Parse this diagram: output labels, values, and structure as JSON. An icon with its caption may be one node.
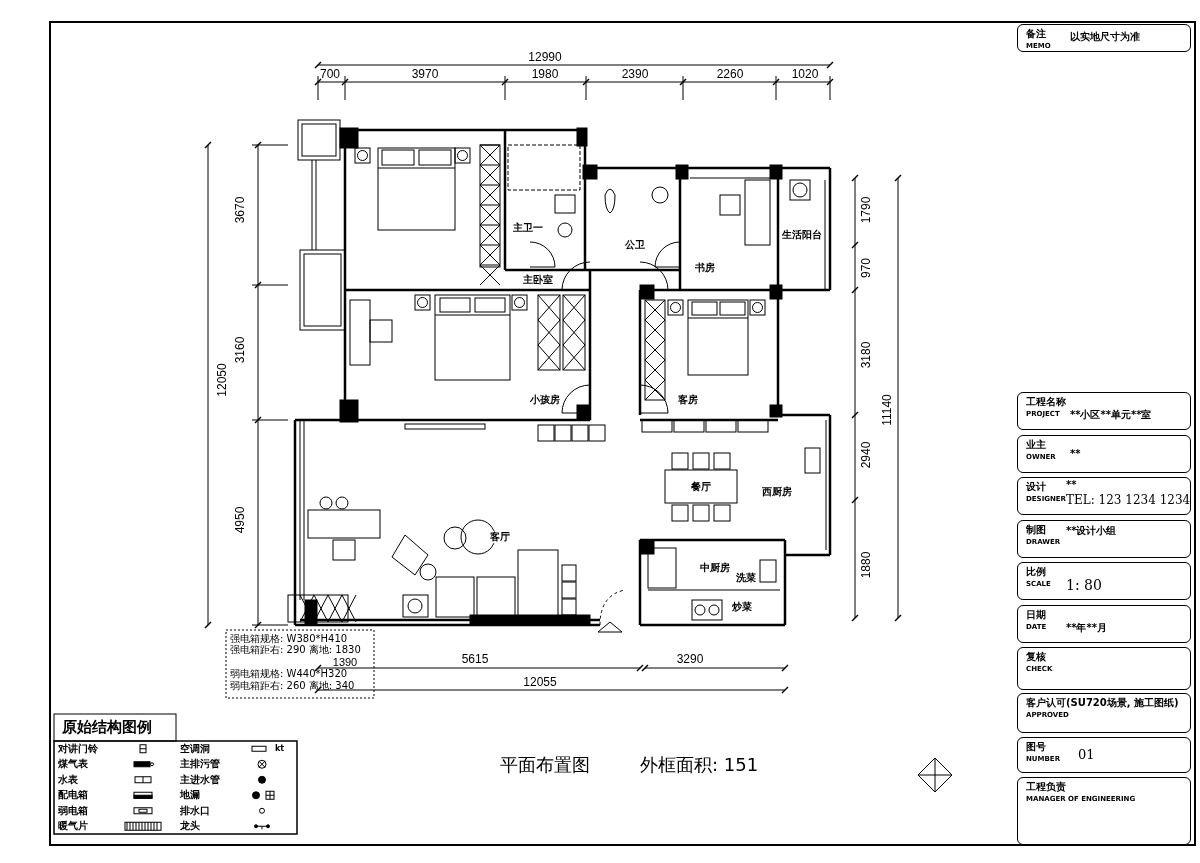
{
  "diagram": {
    "title": "平面布置图",
    "nodes": [
      {
        "text": [
          "备注",
          "MEMO",
          "以实地尺寸为准"
        ]
      },
      {
        "text": [
          "工程名称",
          "PROJECT",
          "**小区**单元**室"
        ]
      },
      {
        "text": [
          "业主",
          "OWNER",
          "**"
        ]
      },
      {
        "text": [
          "设计",
          "DESIGNER",
          "**",
          "TEL: 123 1234 1234"
        ]
      },
      {
        "text": [
          "制图",
          "DRAWER",
          "**设计小组"
        ]
      },
      {
        "text": [
          "比例",
          "SCALE",
          "1: 80"
        ]
      },
      {
        "text": [
          "日期",
          "DATE",
          "**年**月"
        ]
      },
      {
        "text": [
          "复核",
          "CHECK"
        ]
      },
      {
        "text": [
          "客户认可(SU720场景, 施工图纸)",
          "APPROVED"
        ]
      },
      {
        "text": [
          "图号",
          "NUMBER",
          "01"
        ]
      },
      {
        "text": [
          "工程负责",
          "MANAGER OF ENGINEERING"
        ]
      }
    ],
    "edges": [],
    "labels": [
      "12990",
      "700",
      "3970",
      "1980",
      "2390",
      "2260",
      "1020",
      "12050",
      "3670",
      "3160",
      "4950",
      "11140",
      "1790",
      "970",
      "3180",
      "2940",
      "1880",
      "1390",
      "5615",
      "3290",
      "12055",
      "主卧室",
      "主卫一",
      "公卫",
      "书房",
      "生活阳台",
      "小孩房",
      "客房",
      "餐厅",
      "西厨房",
      "客厅",
      "中厨房",
      "洗菜",
      "炒菜",
      "强电箱规格: W380*H410",
      "强电箱距右: 290  离地: 1830",
      "弱电箱规格: W440*H320",
      "弱电箱距右: 260  离地: 340",
      "原始结构图例",
      "kt",
      "外框面积: 151"
    ],
    "legend": [
      {
        "text": "对讲门铃"
      },
      {
        "text": "空调洞"
      },
      {
        "text": "煤气表"
      },
      {
        "text": "主排污管"
      },
      {
        "text": "水表"
      },
      {
        "text": "主进水管"
      },
      {
        "text": "配电箱"
      },
      {
        "text": "地漏"
      },
      {
        "text": "弱电箱"
      },
      {
        "text": "排水口"
      },
      {
        "text": "暖气片"
      },
      {
        "text": "龙头"
      }
    ]
  }
}
